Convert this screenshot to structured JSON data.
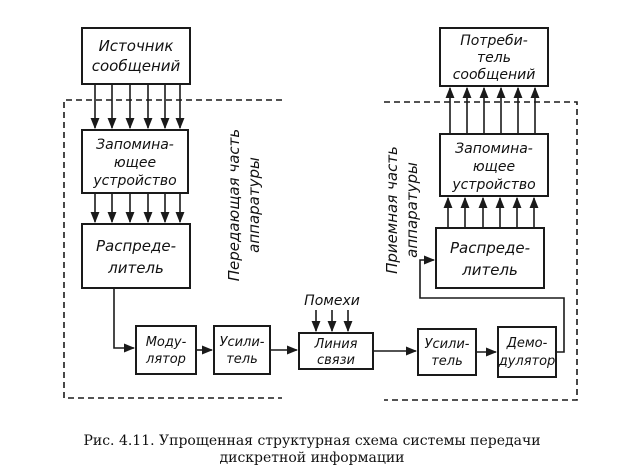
{
  "blocks": {
    "source": [
      "Источник",
      "сообщений"
    ],
    "tx_memory": [
      "Запомина-",
      "ющее",
      "устройство"
    ],
    "distributor": [
      "Распреде-",
      "литель"
    ],
    "modulator": [
      "Моду-",
      "лятор"
    ],
    "tx_amplifier": [
      "Усили-",
      "тель"
    ],
    "channel": [
      "Линия",
      "связи"
    ],
    "rx_amplifier": [
      "Усили-",
      "тель"
    ],
    "demodulator": [
      "Демо-",
      "дулятор"
    ],
    "rx_distributor": [
      "Распреде-",
      "литель"
    ],
    "rx_memory": [
      "Запомина-",
      "ющее",
      "устройство"
    ],
    "consumer": [
      "Потреби-",
      "тель",
      "сообщений"
    ]
  },
  "noise_label": "Помехи",
  "region_labels": {
    "transmit": [
      "Передающая часть",
      "аппаратуры"
    ],
    "receive": [
      "Приемная часть",
      "аппаратуры"
    ]
  },
  "caption": {
    "line1": "Рис. 4.11. Упрощенная структурная схема системы передачи",
    "line2": "дискретной информации"
  }
}
